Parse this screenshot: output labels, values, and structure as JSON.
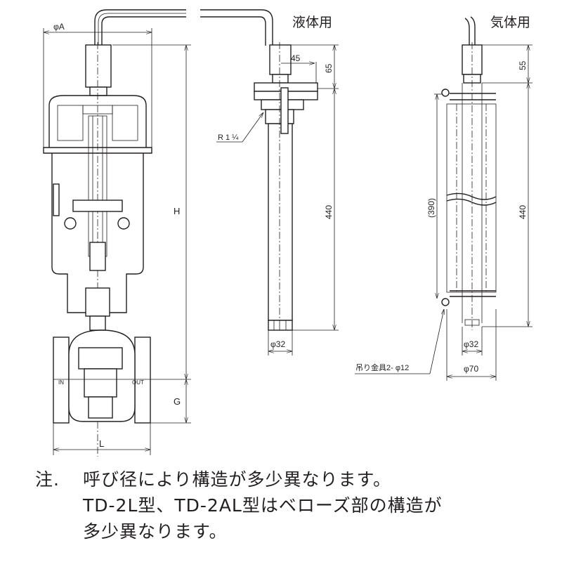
{
  "labels": {
    "liquid_title": "液体用",
    "gas_title": "気体用",
    "phi_a": "φA",
    "h": "H",
    "g": "G",
    "l": "L",
    "in": "IN",
    "out": "OUT",
    "liquid_dim_45": "45",
    "liquid_dim_65": "65",
    "liquid_dim_440": "440",
    "liquid_thread": "R 1 ¼",
    "liquid_phi32": "φ32",
    "gas_dim_55": "55",
    "gas_dim_440": "440",
    "gas_dim_390": "(390)",
    "gas_phi32": "φ32",
    "gas_phi70": "φ70",
    "gas_hanger": "吊り金具2- φ12"
  },
  "notes": {
    "prefix": "注.",
    "line1": "呼び径により構造が多少異なります。",
    "line2": "TD-2L型、TD-2AL型はベローズ部の構造が",
    "line3": "多少異なります。"
  }
}
